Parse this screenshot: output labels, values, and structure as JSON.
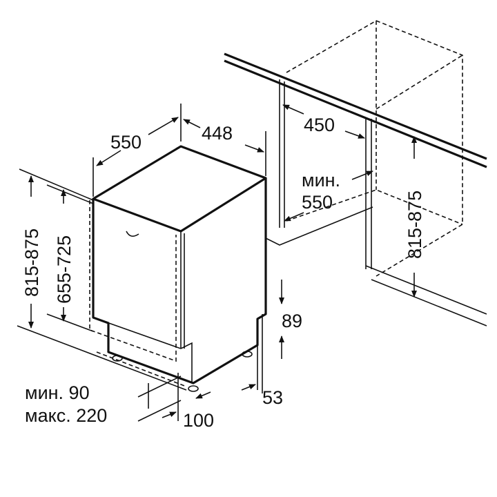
{
  "title": "Dishwasher built-in installation dimensions",
  "units": "mm",
  "colors": {
    "line": "#111111",
    "background": "#ffffff"
  },
  "dimensions": {
    "depth": "550",
    "width": "448",
    "height_total": "815-875",
    "height_door": "655-725",
    "niche_width": "450",
    "niche_depth_label": "мин.",
    "niche_depth": "550",
    "niche_height": "815-875",
    "plinth_top": "89",
    "plinth_bottom": "53",
    "plinth_depth_min": "мин. 90",
    "plinth_depth_max": "макс. 220",
    "foot_offset": "100"
  }
}
